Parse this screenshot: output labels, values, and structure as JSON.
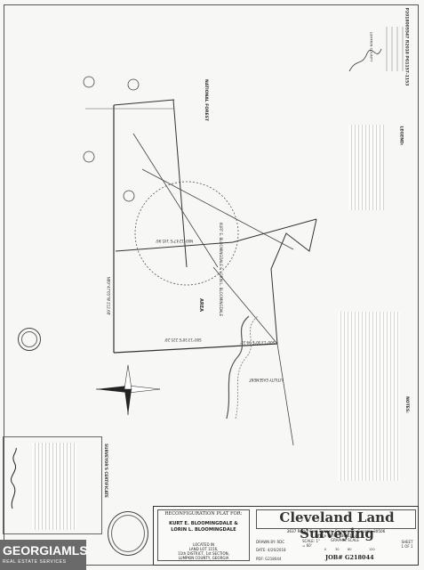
{
  "watermark": {
    "brand": "GEORGIAMLS",
    "sub": "REAL ESTATE SERVICES"
  },
  "title_block": {
    "plat_title": "RECONFIGURATION PLAT FOR:",
    "owners": [
      "KURT E. BLOOMINGDALE &",
      "LORIN L. BLOOMINGDALE"
    ],
    "location": [
      "LOCATED IN",
      "LAND LOT 1156,",
      "11th DISTRICT, 1st SECTION,",
      "LUMPKIN COUNTY, GEORGIA"
    ],
    "company": "Cleveland Land Surveying",
    "address": "3637 Rocky Ford Terrace, Gainesville, Georgia 30506",
    "office": "Office (678) 936-6163",
    "drawn_by": "DRAWN BY: RDC",
    "scale": "SCALE: 1\" = 60'",
    "date": "DATE: 4/26/2018",
    "graphic_scale": "GRAPHIC SCALE",
    "pdf": "PDF: G218044",
    "job": "JOB# G218044",
    "sheet": "SHEET 1 OF 1",
    "scale_ticks": [
      "0",
      "30",
      "60",
      "120"
    ]
  },
  "plat": {
    "national_forest": "NATIONAL FOREST",
    "area": "AREA",
    "parcel_owner": "KURT E. BLOOMINGDALE & LORIN L. BLOOMINGDALE",
    "bearing_south": "S00°13'30\"E 225.28'",
    "bearing_north": "N00°12'47\"E 145.96'",
    "bearing_west": "N89°47'05\"W 212.68'",
    "bearing_east": "S00°13'30\"E 99.32'",
    "utility_easement": "UTILITY EASEMENT"
  },
  "notes": {
    "legend": "LEGEND:",
    "notes_title": "NOTES:",
    "certificate": "SURVEYOR'S CERTIFICATE"
  },
  "recording": {
    "stamp": "P2018005547 R2018 PG1157-1153",
    "county": "LUMPKIN COUNTY"
  }
}
